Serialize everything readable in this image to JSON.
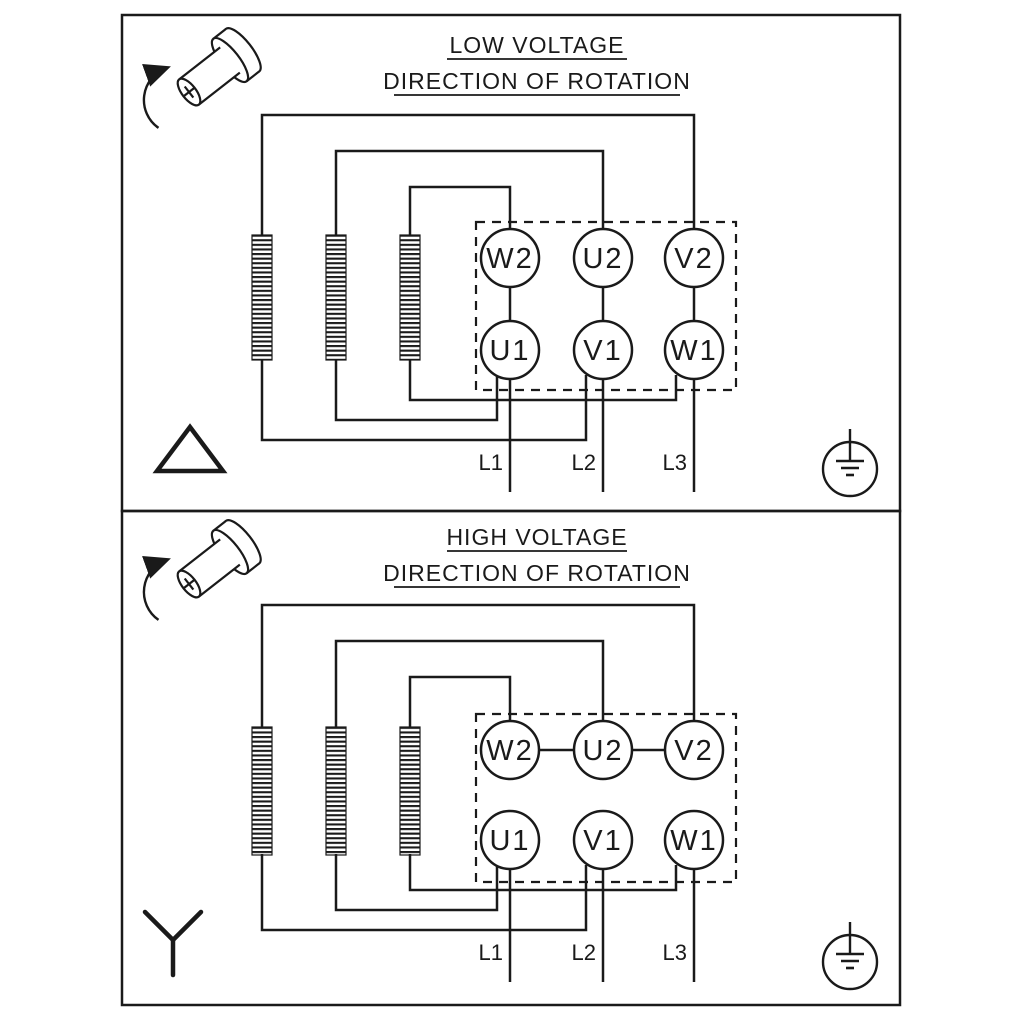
{
  "colors": {
    "background": "#ffffff",
    "line": "#1a1a1a"
  },
  "panels": [
    {
      "id": "low-voltage",
      "title": "LOW VOLTAGE",
      "subtitle": "DIRECTION OF ROTATION",
      "connection": "delta",
      "terminals_top": [
        "W2",
        "U2",
        "V2"
      ],
      "terminals_bottom": [
        "U1",
        "V1",
        "W1"
      ],
      "supply_lines": [
        "L1",
        "L2",
        "L3"
      ]
    },
    {
      "id": "high-voltage",
      "title": "HIGH VOLTAGE",
      "subtitle": "DIRECTION OF ROTATION",
      "connection": "star",
      "terminals_top": [
        "W2",
        "U2",
        "V2"
      ],
      "terminals_bottom": [
        "U1",
        "V1",
        "W1"
      ],
      "supply_lines": [
        "L1",
        "L2",
        "L3"
      ]
    }
  ]
}
